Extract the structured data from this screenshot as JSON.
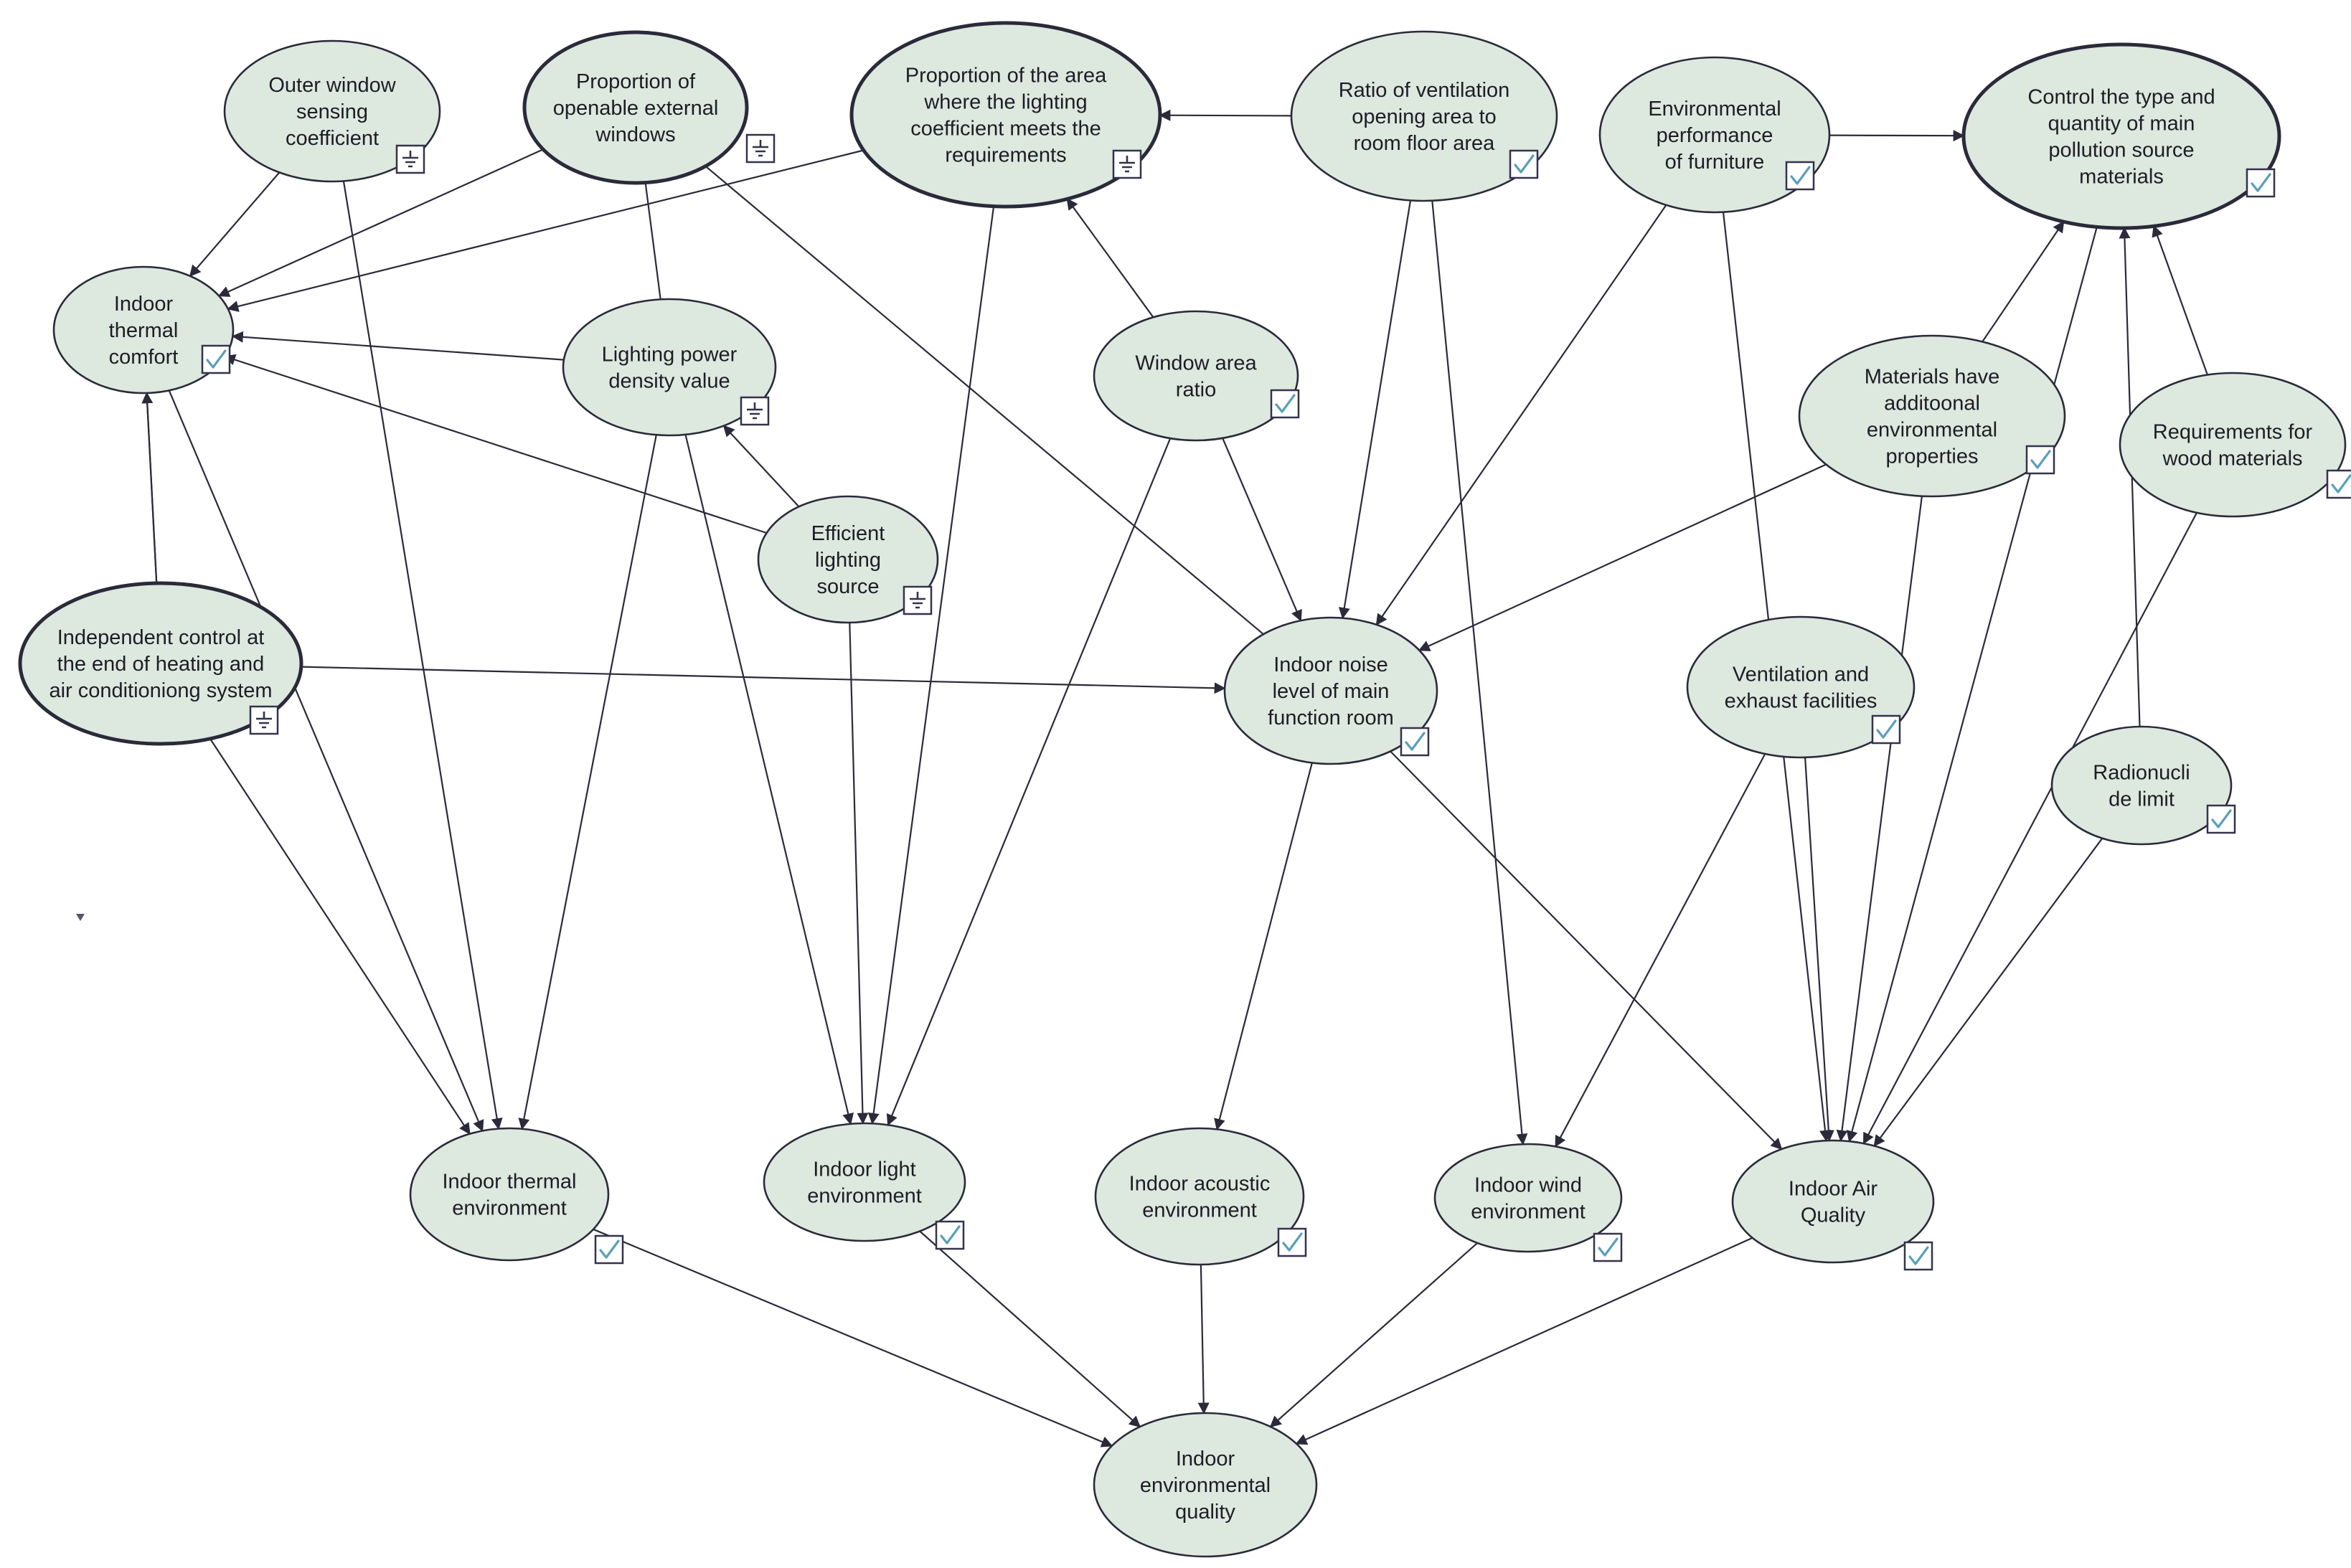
{
  "nodes": {
    "outer-window": {
      "lines": [
        "Outer window",
        "sensing",
        "coefficient"
      ],
      "badge": "ground"
    },
    "openable-windows": {
      "lines": [
        "Proportion of",
        "openable external",
        "windows"
      ],
      "badge": "ground"
    },
    "lighting-coefficient": {
      "lines": [
        "Proportion of the area",
        "where the lighting",
        "coefficient meets the",
        "requirements"
      ],
      "badge": "ground"
    },
    "ventilation-opening": {
      "lines": [
        "Ratio of ventilation",
        "opening area to",
        "room floor area"
      ],
      "badge": "check"
    },
    "furniture": {
      "lines": [
        "Environmental",
        "performance",
        "of furniture"
      ],
      "badge": "check"
    },
    "pollution-source": {
      "lines": [
        "Control the type and",
        "quantity of main",
        "pollution source",
        "materials"
      ],
      "badge": "check"
    },
    "thermal-comfort": {
      "lines": [
        "Indoor",
        "thermal",
        "comfort"
      ],
      "badge": "check"
    },
    "lighting-power": {
      "lines": [
        "Lighting power",
        "density value"
      ],
      "badge": "ground"
    },
    "window-area": {
      "lines": [
        "Window area",
        "ratio"
      ],
      "badge": "check"
    },
    "materials-env": {
      "lines": [
        "Materials have",
        "additoonal",
        "environmental",
        "properties"
      ],
      "badge": "check"
    },
    "wood-materials": {
      "lines": [
        "Requirements for",
        "wood materials"
      ],
      "badge": "check"
    },
    "efficient-lighting": {
      "lines": [
        "Efficient",
        "lighting",
        "source"
      ],
      "badge": "ground"
    },
    "independent-control": {
      "lines": [
        "Independent control at",
        "the end of heating and",
        "air conditioniong system"
      ],
      "badge": "ground"
    },
    "noise-level": {
      "lines": [
        "Indoor noise",
        "level of main",
        "function room"
      ],
      "badge": "check"
    },
    "ventilation-exhaust": {
      "lines": [
        "Ventilation and",
        "exhaust facilities"
      ],
      "badge": "check"
    },
    "radionuclide": {
      "lines": [
        "Radionucli",
        "de limit"
      ],
      "badge": "check"
    },
    "thermal-env": {
      "lines": [
        "Indoor thermal",
        "environment"
      ],
      "badge": "check"
    },
    "light-env": {
      "lines": [
        "Indoor light",
        "environment"
      ],
      "badge": "check"
    },
    "acoustic-env": {
      "lines": [
        "Indoor acoustic",
        "environment"
      ],
      "badge": "check"
    },
    "wind-env": {
      "lines": [
        "Indoor wind",
        "environment"
      ],
      "badge": "check"
    },
    "air-quality": {
      "lines": [
        "Indoor Air",
        "Quality"
      ],
      "badge": "check"
    },
    "env-quality": {
      "lines": [
        "Indoor",
        "environmental",
        "quality"
      ],
      "badge": "none"
    }
  },
  "edges": [
    {
      "from": "outer-window",
      "to": "thermal-comfort"
    },
    {
      "from": "openable-windows",
      "to": "thermal-comfort"
    },
    {
      "from": "lighting-coefficient",
      "to": "thermal-comfort"
    },
    {
      "from": "lighting-power",
      "to": "thermal-comfort"
    },
    {
      "from": "efficient-lighting",
      "to": "thermal-comfort"
    },
    {
      "from": "independent-control",
      "to": "thermal-comfort"
    },
    {
      "from": "ventilation-opening",
      "to": "lighting-coefficient"
    },
    {
      "from": "window-area",
      "to": "lighting-coefficient"
    },
    {
      "from": "efficient-lighting",
      "to": "lighting-power"
    },
    {
      "from": "furniture",
      "to": "pollution-source"
    },
    {
      "from": "materials-env",
      "to": "pollution-source"
    },
    {
      "from": "radionuclide",
      "to": "pollution-source"
    },
    {
      "from": "wood-materials",
      "to": "pollution-source"
    },
    {
      "from": "independent-control",
      "to": "noise-level"
    },
    {
      "from": "window-area",
      "to": "noise-level"
    },
    {
      "from": "ventilation-opening",
      "to": "noise-level"
    },
    {
      "from": "furniture",
      "to": "noise-level"
    },
    {
      "from": "materials-env",
      "to": "noise-level"
    },
    {
      "from": "outer-window",
      "to": "thermal-env"
    },
    {
      "from": "thermal-comfort",
      "to": "thermal-env"
    },
    {
      "from": "independent-control",
      "to": "thermal-env"
    },
    {
      "from": "lighting-power",
      "to": "thermal-env"
    },
    {
      "from": "lighting-power",
      "to": "light-env"
    },
    {
      "from": "efficient-lighting",
      "to": "light-env"
    },
    {
      "from": "lighting-coefficient",
      "to": "light-env"
    },
    {
      "from": "window-area",
      "to": "light-env"
    },
    {
      "from": "noise-level",
      "to": "acoustic-env"
    },
    {
      "from": "ventilation-opening",
      "to": "wind-env"
    },
    {
      "from": "ventilation-exhaust",
      "to": "wind-env"
    },
    {
      "from": "noise-level",
      "to": "air-quality"
    },
    {
      "from": "ventilation-exhaust",
      "to": "air-quality"
    },
    {
      "from": "materials-env",
      "to": "air-quality"
    },
    {
      "from": "pollution-source",
      "to": "air-quality"
    },
    {
      "from": "radionuclide",
      "to": "air-quality"
    },
    {
      "from": "wood-materials",
      "to": "air-quality"
    },
    {
      "from": "furniture",
      "to": "air-quality"
    },
    {
      "from": "thermal-env",
      "to": "env-quality"
    },
    {
      "from": "light-env",
      "to": "env-quality"
    },
    {
      "from": "acoustic-env",
      "to": "env-quality"
    },
    {
      "from": "wind-env",
      "to": "env-quality"
    },
    {
      "from": "air-quality",
      "to": "env-quality"
    }
  ],
  "lines": [
    {
      "from": "openable-windows",
      "to": "lighting-power"
    },
    {
      "from": "openable-windows",
      "to": "noise-level"
    },
    {
      "from": "thermal-comfort",
      "to": "independent-control"
    }
  ]
}
